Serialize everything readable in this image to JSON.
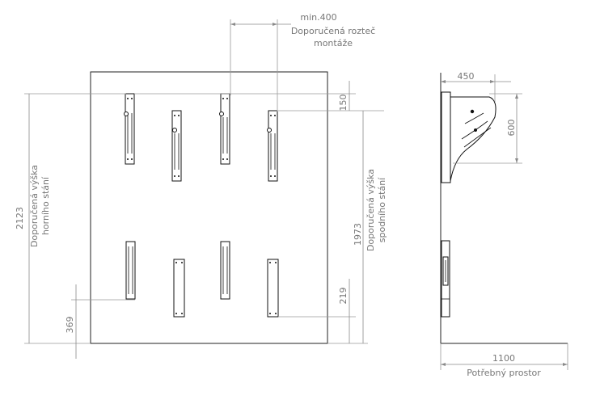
{
  "dimensions": {
    "min_spacing": "min.400",
    "spacing_caption_1": "Doporučená rozteč",
    "spacing_caption_2": "montáže",
    "top_offset": "150",
    "upper_height_value": "2123",
    "upper_height_caption_1": "Doporučená výška",
    "upper_height_caption_2": "horního stání",
    "lower_height_value": "1973",
    "lower_height_caption_1": "Doporučená výška",
    "lower_height_caption_2": "spodního stání",
    "bottom_left_offset": "369",
    "bottom_right_offset": "219",
    "side_depth": "450",
    "side_height": "600",
    "space_value": "1100",
    "space_caption": "Potřebný prostor"
  }
}
